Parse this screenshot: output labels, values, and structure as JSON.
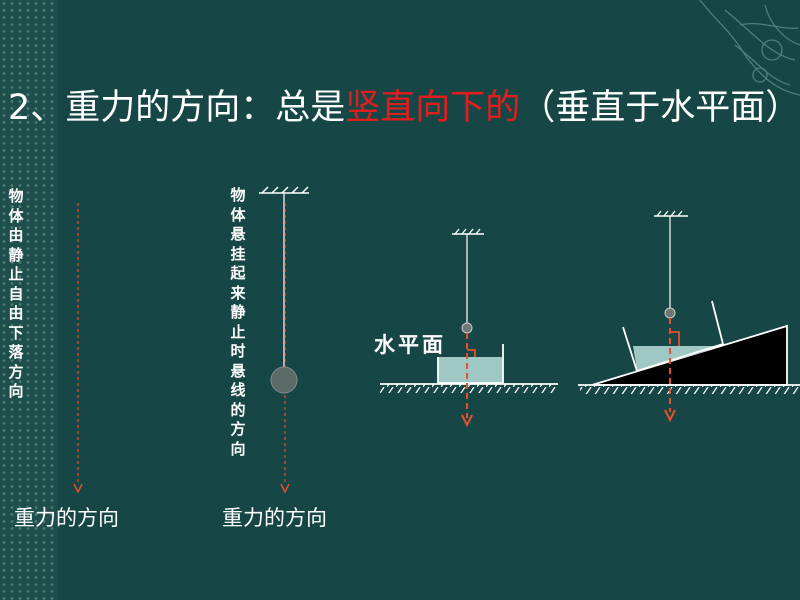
{
  "slide": {
    "title": {
      "prefix": "2、重力的方向：总是",
      "highlight": "竖直向下的",
      "suffix": "（垂直于水平面）"
    },
    "left_label": "物体由静止自由下落方向",
    "middle_label": "物体悬挂起来静止时悬线的方向",
    "caption_left": "重力的方向",
    "caption_middle": "重力的方向",
    "water_label": "水平面"
  },
  "colors": {
    "background": "#164746",
    "arrow": "#e8502a",
    "highlight": "#e01e1e",
    "water": "#9fc8c4"
  }
}
